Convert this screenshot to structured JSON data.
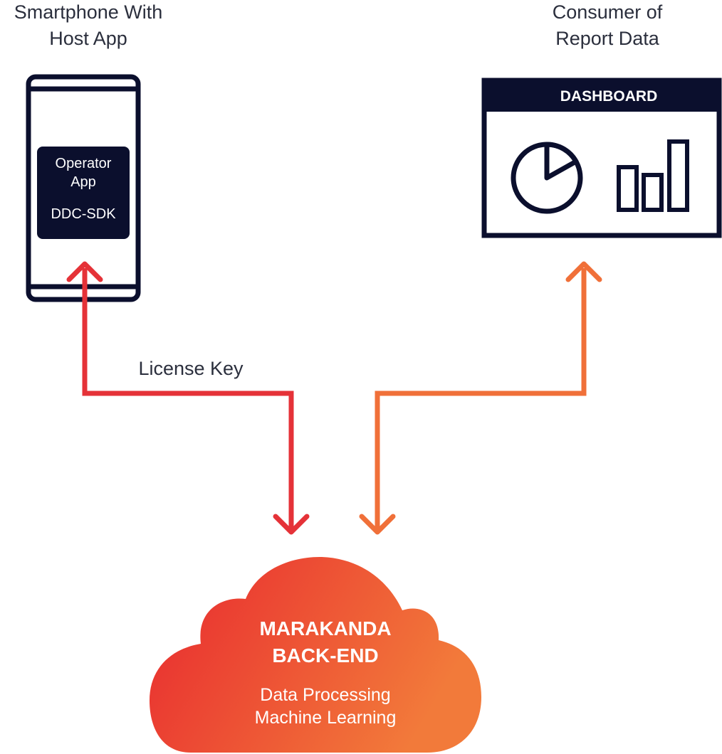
{
  "phone": {
    "title_line1": "Smartphone With",
    "title_line2": "Host App",
    "app_line1": "Operator",
    "app_line2": "App",
    "sdk": "DDC-SDK"
  },
  "consumer": {
    "title_line1": "Consumer of",
    "title_line2": "Report Data",
    "dashboard_label": "DASHBOARD"
  },
  "connection": {
    "license_label": "License Key"
  },
  "backend": {
    "title_line1": "MARAKANDA",
    "title_line2": "BACK-END",
    "sub_line1": "Data Processing",
    "sub_line2": "Machine Learning"
  },
  "colors": {
    "navy": "#0b0f2d",
    "red": "#e53238",
    "orange": "#f07039",
    "text": "#2b2f3d",
    "white": "#ffffff"
  },
  "icons": {
    "dashboard_chart_1": "pie-chart-icon",
    "dashboard_chart_2": "bar-chart-icon"
  }
}
